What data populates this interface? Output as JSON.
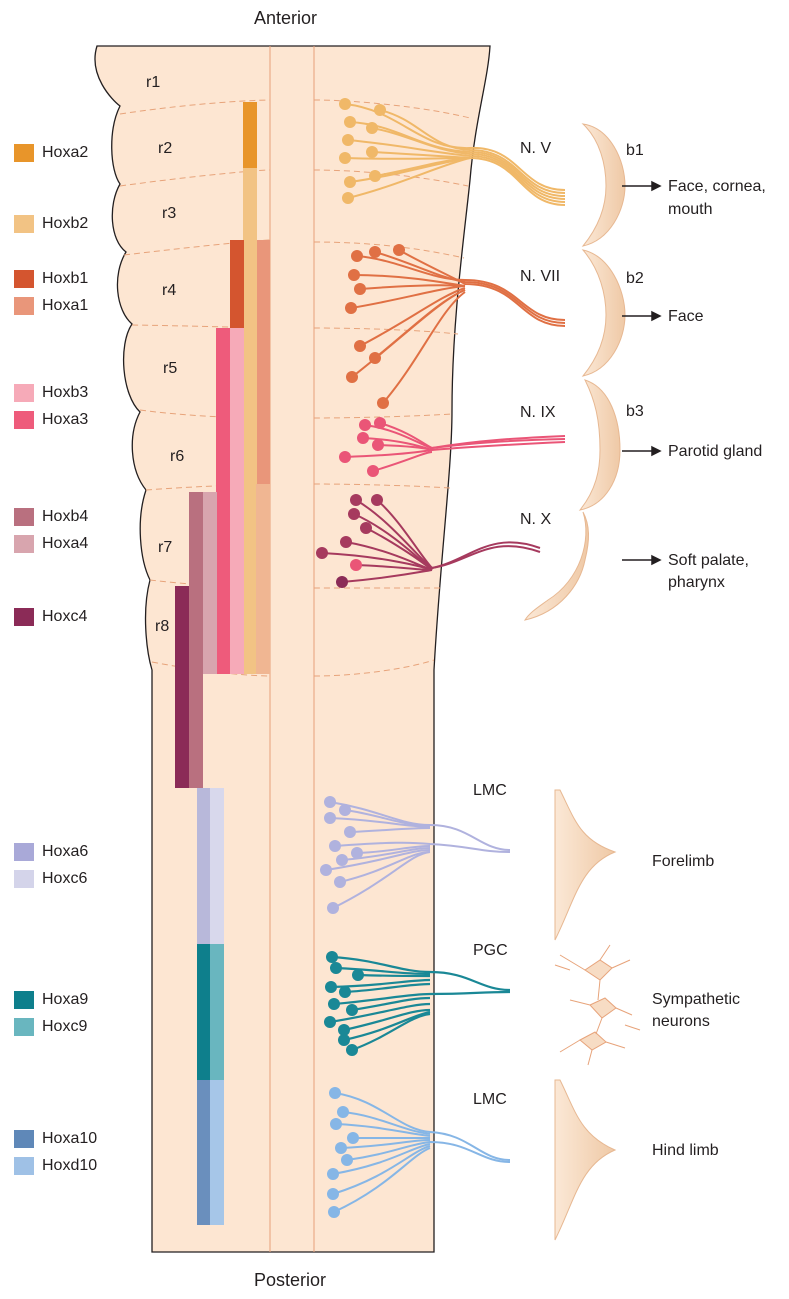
{
  "header": {
    "anterior": "Anterior",
    "posterior": "Posterior"
  },
  "rhombomeres": [
    "r1",
    "r2",
    "r3",
    "r4",
    "r5",
    "r6",
    "r7",
    "r8"
  ],
  "legend": [
    {
      "name": "Hoxa2",
      "color": "#e8952a"
    },
    {
      "name": "Hoxb2",
      "color": "#f2c384"
    },
    {
      "name": "Hoxb1",
      "color": "#d4552f"
    },
    {
      "name": "Hoxa1",
      "color": "#e9967a"
    },
    {
      "name": "Hoxb3",
      "color": "#f6aab8"
    },
    {
      "name": "Hoxa3",
      "color": "#ee5b7b"
    },
    {
      "name": "Hoxb4",
      "color": "#b9707f"
    },
    {
      "name": "Hoxa4",
      "color": "#d8a5ae"
    },
    {
      "name": "Hoxc4",
      "color": "#8b2b57"
    },
    {
      "name": "Hoxa6",
      "color": "#a9a9d8"
    },
    {
      "name": "Hoxc6",
      "color": "#d4d4ea"
    },
    {
      "name": "Hoxa9",
      "color": "#0e7f8c"
    },
    {
      "name": "Hoxc9",
      "color": "#69b6bf"
    },
    {
      "name": "Hoxa10",
      "color": "#5f88b8"
    },
    {
      "name": "Hoxd10",
      "color": "#9fc1e6"
    }
  ],
  "nerves": {
    "n5": "N. V",
    "n7": "N. VII",
    "n9": "N. IX",
    "n10": "N. X",
    "lmc1": "LMC",
    "pgc": "PGC",
    "lmc2": "LMC"
  },
  "arches": {
    "b1": "b1",
    "b2": "b2",
    "b3": "b3"
  },
  "targets": {
    "face_cornea": "Face, cornea,",
    "mouth": "mouth",
    "face": "Face",
    "parotid": "Parotid gland",
    "soft_palate": "Soft palate,",
    "pharynx": "pharynx",
    "forelimb": "Forelimb",
    "sympathetic1": "Sympathetic",
    "sympathetic2": "neurons",
    "hindlimb": "Hind limb"
  },
  "colors": {
    "tube": "#fde6d2",
    "outline": "#231f20",
    "midline": "#e8a07a",
    "nerve5": "#f0b868",
    "nerve7": "#e07044",
    "nerve9": "#ea5577",
    "nerve10": "#a63a5e",
    "lmc": "#b0b2de",
    "pgc": "#1a8896",
    "lmc2": "#86b6e6",
    "arch": "#f3d6bd"
  }
}
